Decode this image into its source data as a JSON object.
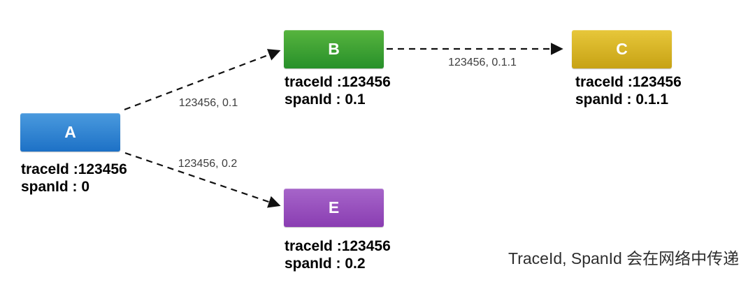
{
  "diagram": {
    "title": "trace-span-propagation",
    "nodes": [
      {
        "id": "A",
        "label": "A",
        "trace": [
          "traceId :123456",
          "spanId : 0"
        ],
        "color_top": "#4a9ade",
        "color_bottom": "#1d71c6"
      },
      {
        "id": "B",
        "label": "B",
        "trace": [
          "traceId :123456",
          "spanId : 0.1"
        ],
        "color_top": "#57b43e",
        "color_bottom": "#27902a"
      },
      {
        "id": "C",
        "label": "C",
        "trace": [
          "traceId :123456",
          "spanId : 0.1.1"
        ],
        "color_top": "#e7c73a",
        "color_bottom": "#c7a214"
      },
      {
        "id": "E",
        "label": "E",
        "trace": [
          "traceId :123456",
          "spanId : 0.2"
        ],
        "color_top": "#a665c9",
        "color_bottom": "#8a3db2"
      }
    ],
    "edges": [
      {
        "from": "A",
        "to": "B",
        "label": "123456, 0.1"
      },
      {
        "from": "A",
        "to": "E",
        "label": "123456, 0.2"
      },
      {
        "from": "B",
        "to": "C",
        "label": "123456, 0.1.1"
      }
    ],
    "caption": "TraceId, SpanId 会在网络中传递",
    "arrow_color": "#111111",
    "background_color": "#ffffff"
  }
}
